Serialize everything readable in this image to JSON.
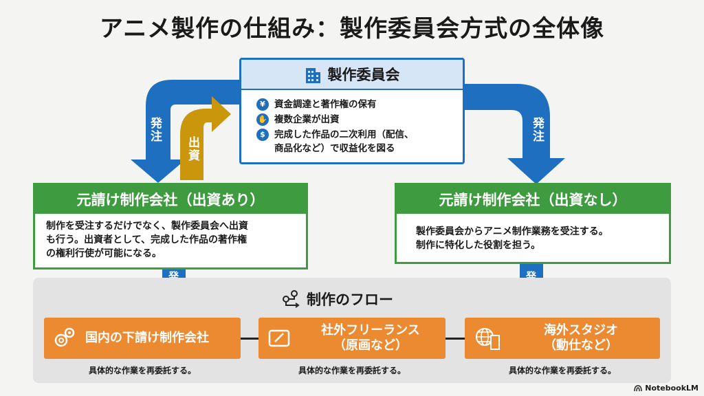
{
  "title": "アニメ製作の仕組み：製作委員会方式の全体像",
  "committee": {
    "title": "製作委員会",
    "items": [
      {
        "icon": "¥",
        "text": "資金調達と著作権の保有"
      },
      {
        "icon": "✋",
        "text": "複数企業が出資"
      },
      {
        "icon": "$",
        "text": "完成した作品の二次利用（配信、"
      },
      {
        "icon": "",
        "text": "商品化など）で収益化を図る"
      }
    ]
  },
  "arrows": {
    "order_left": "発注",
    "invest": "出資",
    "order_right": "発注",
    "order_down_left": "発注",
    "order_down_right": "発注"
  },
  "left_contractor": {
    "title": "元請け制作会社（出資あり）",
    "lines": [
      "制作を受注するだけでなく、製作委員会へ出資",
      "も行う。出資者として、完成した作品の著作権",
      "の権利行使が可能になる。"
    ]
  },
  "right_contractor": {
    "title": "元請け制作会社（出資なし）",
    "lines": [
      "製作委員会からアニメ制作業務を受注する。",
      "制作に特化した役割を担う。"
    ]
  },
  "flow": {
    "title": "制作のフロー",
    "items": [
      {
        "line1": "国内の下請け制作会社",
        "line2": "",
        "caption": "具体的な作業を再委託する。"
      },
      {
        "line1": "社外フリーランス",
        "line2": "（原画など）",
        "caption": "具体的な作業を再委託する。"
      },
      {
        "line1": "海外スタジオ",
        "line2": "（動仕など）",
        "caption": "具体的な作業を再委託する。"
      }
    ]
  },
  "brand": "NotebookLM",
  "colors": {
    "blue": "#1f6fc0",
    "green": "#3f9b3f",
    "orange": "#ec8a32",
    "gold": "#c9960c"
  }
}
